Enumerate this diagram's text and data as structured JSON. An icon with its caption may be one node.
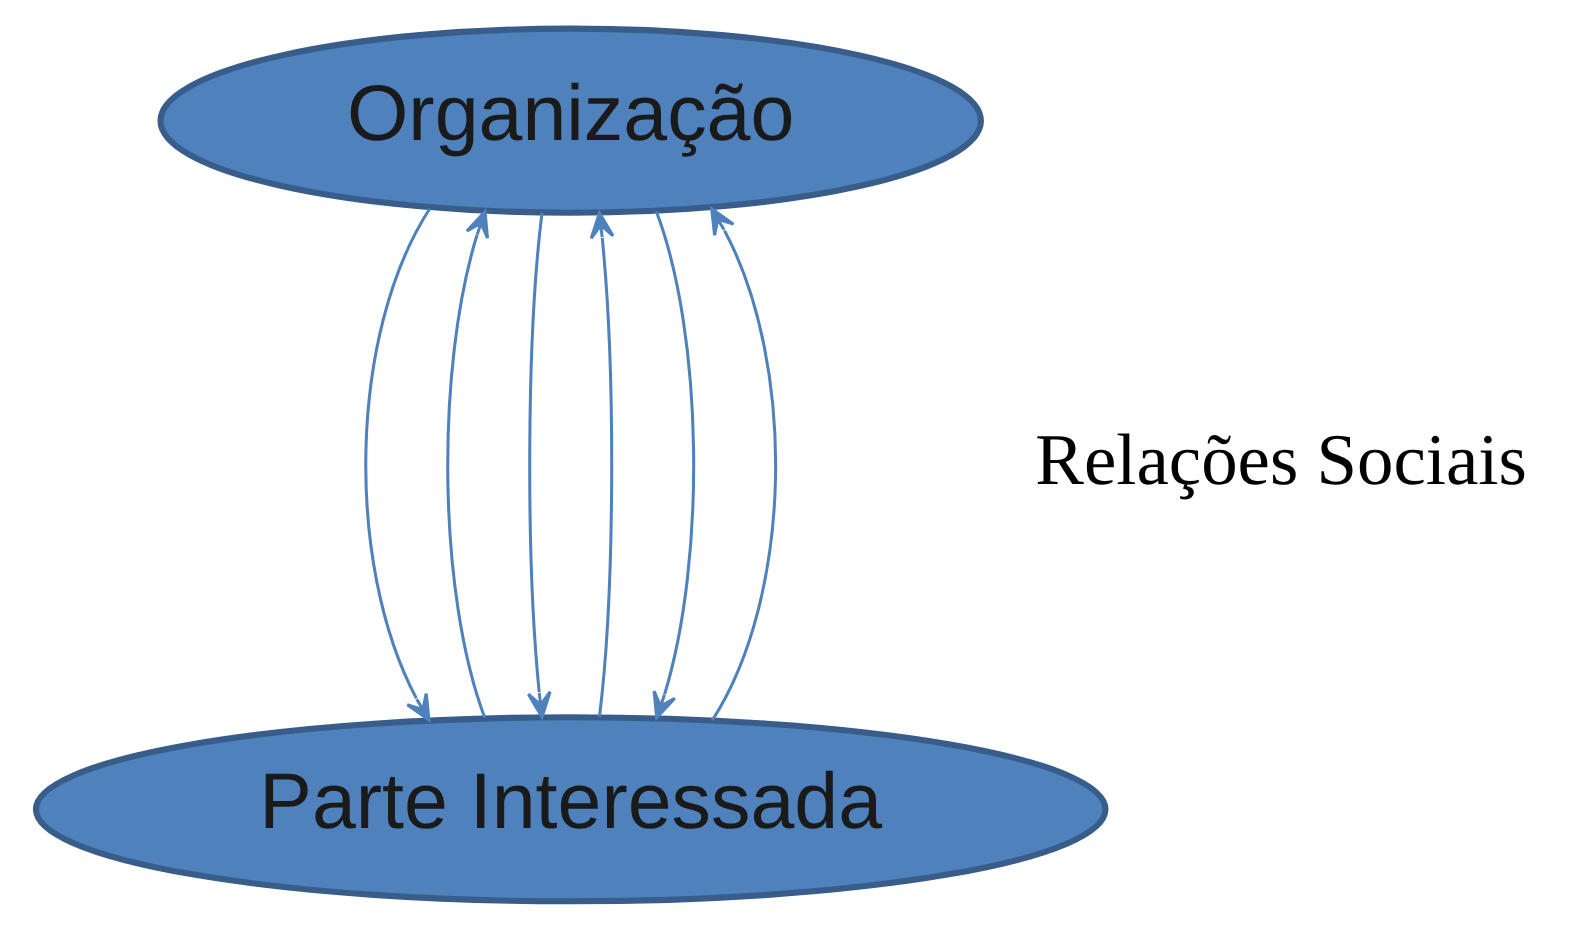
{
  "diagram": {
    "nodes": [
      {
        "text": [
          "Organização"
        ]
      },
      {
        "text": [
          "Parte Interessada"
        ]
      }
    ],
    "edges": [
      {
        "from": 0,
        "to": 1,
        "arrow": "to"
      },
      {
        "from": 1,
        "to": 0,
        "arrow": "to"
      },
      {
        "from": 0,
        "to": 1,
        "arrow": "to"
      },
      {
        "from": 1,
        "to": 0,
        "arrow": "to"
      },
      {
        "from": 0,
        "to": 1,
        "arrow": "to"
      },
      {
        "from": 1,
        "to": 0,
        "arrow": "to"
      }
    ],
    "labels": [
      "Relações Sociais"
    ]
  }
}
